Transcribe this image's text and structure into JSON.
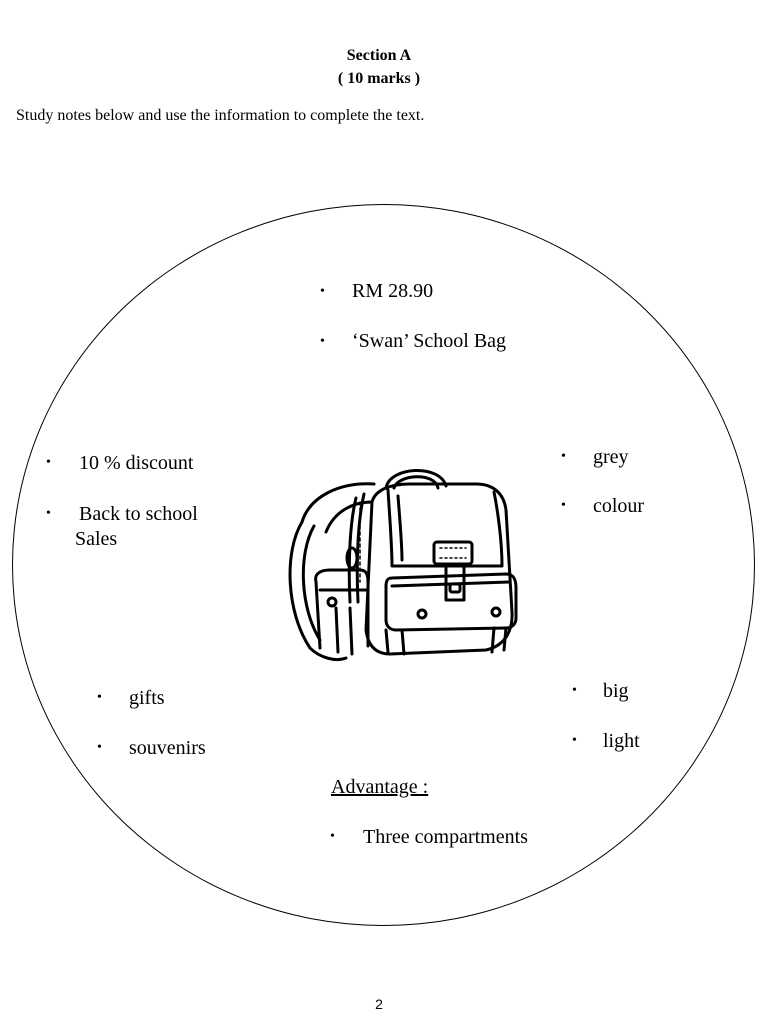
{
  "section": {
    "title": "Section A",
    "marks": "( 10 marks )"
  },
  "instruction": "Study notes below and use the information to complete the text.",
  "bullet_symbol": "•",
  "notes": {
    "top": [
      "RM 28.90",
      "‘Swan’ School Bag"
    ],
    "left": [
      "10 % discount",
      "Back to school",
      "Sales"
    ],
    "right_top": [
      "grey",
      "colour"
    ],
    "bottom_left": [
      "gifts",
      "souvenirs"
    ],
    "right_bottom": [
      "big",
      "light"
    ],
    "advantage_heading": "Advantage :",
    "advantage": [
      "Three compartments"
    ]
  },
  "illustration_icon": "school-backpack-icon",
  "page_number": "2"
}
